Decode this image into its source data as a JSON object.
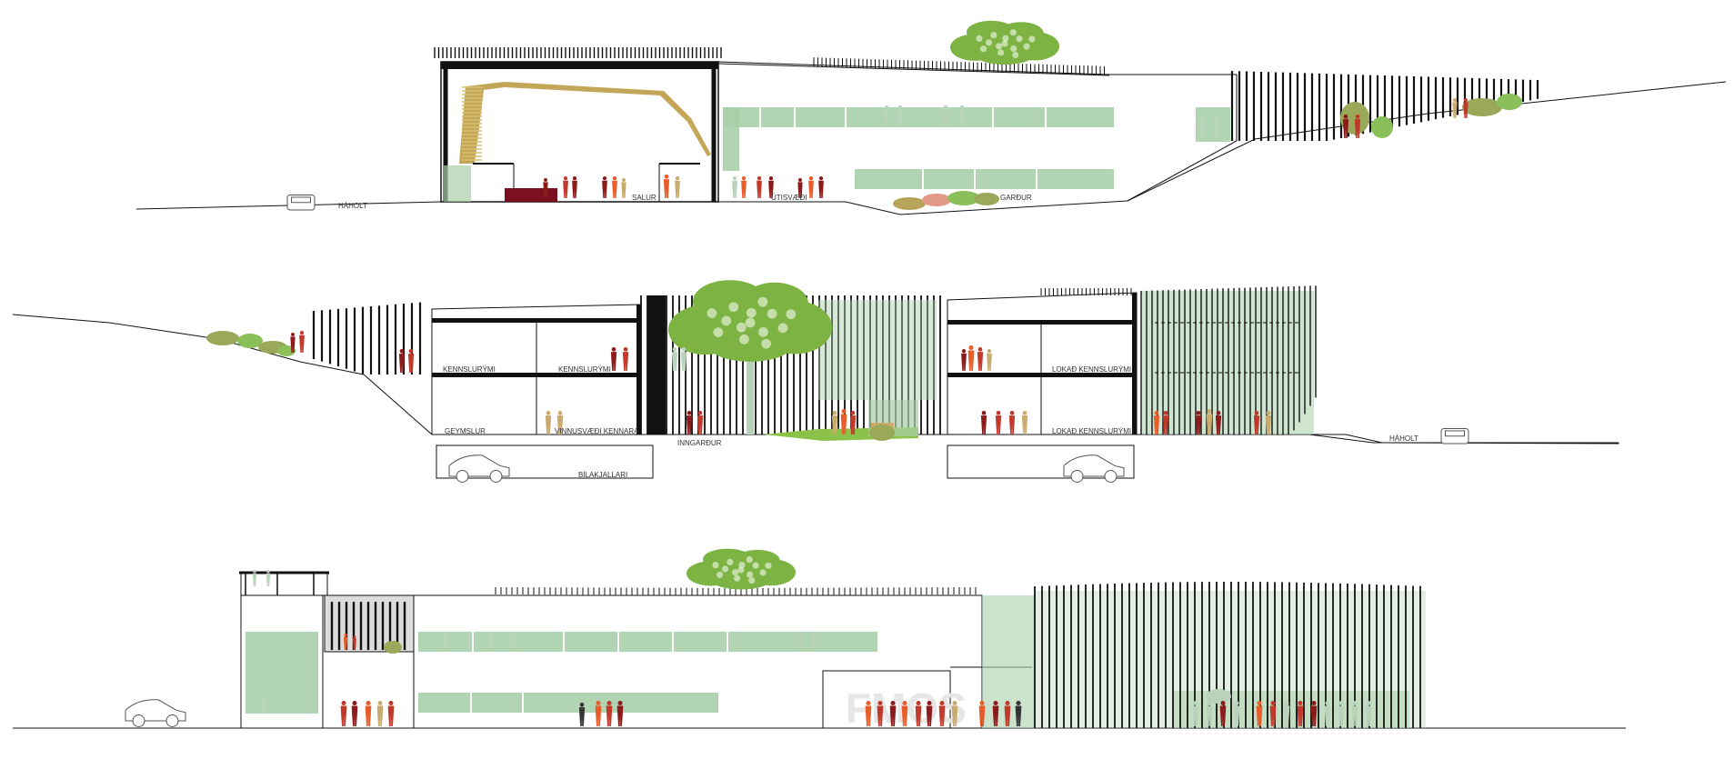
{
  "sections": {
    "top": {
      "labels": {
        "haholt": "HÁHOLT",
        "salur": "SALUR",
        "utisvaedi": "ÚTISVÆÐI",
        "gardur": "GARÐUR"
      }
    },
    "middle": {
      "labels": {
        "kennslurymi_1": "KENNSLURÝMI",
        "kennslurymi_2": "KENNSLURÝMI",
        "geymslur": "GEYMSLUR",
        "vinnusvaedi": "VINNUSVÆÐI KENNARA",
        "inngardur": "INNGARÐUR",
        "lokad_1": "LOKAÐ KENNSLURÝMI",
        "lokad_2": "LOKAÐ KENNSLURÝMI",
        "bilakjallari": "BÍLAKJALLARI",
        "haholt": "HÁHOLT"
      }
    },
    "bottom": {
      "logo": "FMOS"
    }
  },
  "colors": {
    "line": "#111111",
    "glass_green": "#a9cfaa",
    "tree_green": "#7cb342",
    "shrub": "#9aa85a",
    "wood_gold": "#b8963a",
    "people_red": "#c0392b",
    "people_dark_red": "#8e1b1b",
    "people_orange": "#e85d2a",
    "people_tan": "#c9ab6e",
    "people_ghost": "#b9d3bb",
    "reception_desk": "#7a1020"
  }
}
